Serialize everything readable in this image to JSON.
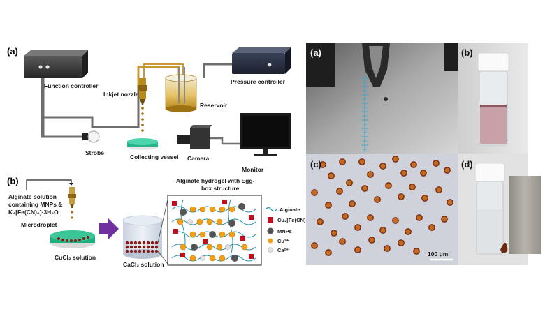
{
  "left_figure": {
    "panel_a": {
      "letter": "(a)",
      "function_controller": "Function controller",
      "inkjet_nozzle": "Inkjet nozzle",
      "pressure_controller": "Pressure controller",
      "reservoir": "Reservoir",
      "strobe": "Strobe",
      "collecting_vessel": "Collecting vessel",
      "camera": "Camera",
      "monitor": "Monitor"
    },
    "panel_b": {
      "letter": "(b)",
      "alginate_line1": "Alginate solution",
      "alginate_line2": "containing MNPs &",
      "alginate_line3": "K₄[Fe(CN)₆]·3H₂O",
      "microdroplet": "Microdroplet",
      "cucl2": "CuCl₂ solution",
      "cacl2": "CaCl₂ solution",
      "hydrogel_title_1": "Alginate hydrogel with Egg-",
      "hydrogel_title_2": "box structure",
      "legend": {
        "alginate": "Alginate",
        "cu2fe": "Cu₂[Fe(CN)₆]",
        "mnps": "MNPs",
        "cu": "Cu²⁺",
        "ca": "Ca²⁺"
      }
    }
  },
  "right_figure": {
    "panel_a_letter": "(a)",
    "panel_b_letter": "(b)",
    "panel_c_letter": "(c)",
    "panel_d_letter": "(d)",
    "scale_bar": "100 μm"
  },
  "colors": {
    "orange": "#f0a020",
    "purple": "#7030a0",
    "teal": "#2fb59a",
    "dark_red": "#b0142a",
    "cyan_ruler": "#2aa8c8"
  }
}
